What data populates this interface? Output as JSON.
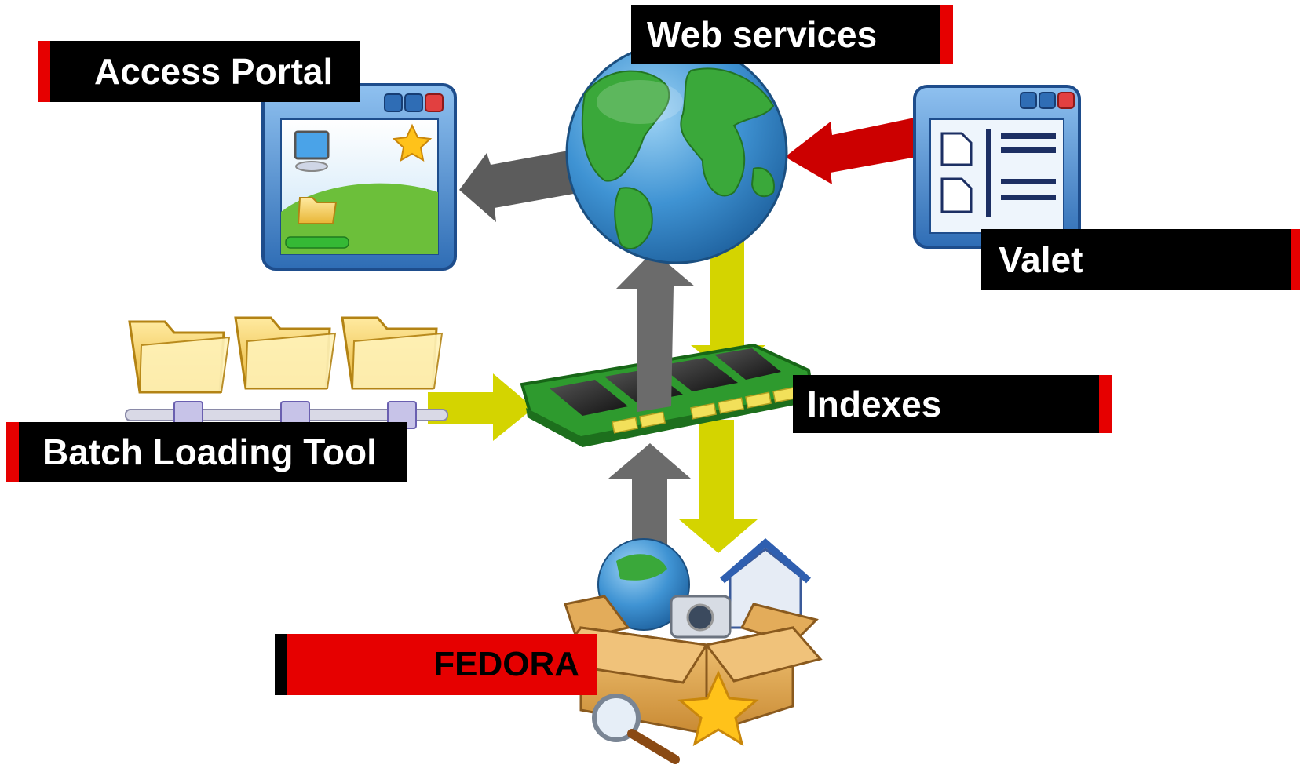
{
  "diagram": {
    "nodes": {
      "access_portal": "Access Portal",
      "web_services": "Web services",
      "valet": "Valet",
      "indexes": "Indexes",
      "batch_loading_tool": "Batch Loading Tool",
      "fedora": "FEDORA"
    },
    "colors": {
      "label_background": "#000000",
      "label_accent": "#e60000",
      "label_text": "#ffffff",
      "fedora_background": "#e60000",
      "fedora_text": "#000000",
      "arrow_gray": "#5c5c5c",
      "arrow_yellow": "#d4d400",
      "arrow_red": "#cc0000"
    },
    "icons": [
      "portal-window-icon",
      "globe-icon",
      "document-window-icon",
      "folder-network-icon",
      "memory-board-icon",
      "package-box-icon"
    ]
  }
}
